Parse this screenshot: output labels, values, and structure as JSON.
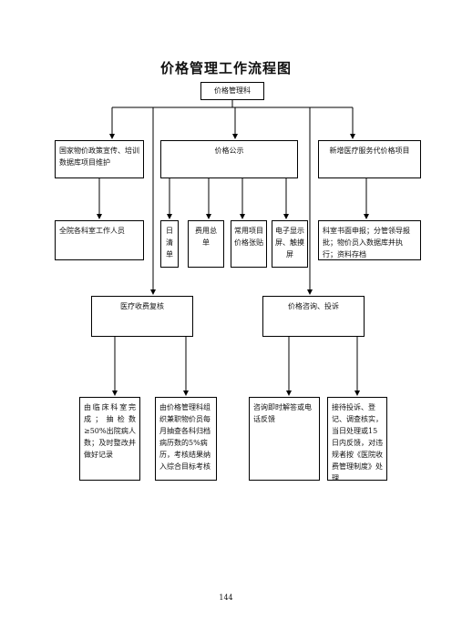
{
  "title": "价格管理工作流程图",
  "page_number": "144",
  "nodes": {
    "root": "价格管理科",
    "l1_left": "国家物价政策宣传、培训数据库项目维护",
    "l1_mid": "价格公示",
    "l1_right": "新增医疗服务代价格项目",
    "l2_left": "全院各科室工作人员",
    "l2_list": "日清单",
    "l2_fee": "费用总单",
    "l2_common": "常用项目价格张贴",
    "l2_screen": "电子显示屏、触摸屏",
    "l2_right": "科室书面申报；分管领导报批；物价员入数据库并执行；资料存档",
    "l3_left": "医疗收费复核",
    "l3_right": "价格咨询、投诉",
    "l4_a": "由临床科室完成；抽检数≥50%出院病人数；及时整改并做好记录",
    "l4_b": "由价格管理科组织兼职物价员每月抽查各科归档病历数的5%病历，考核结果纳入综合目标考核",
    "l4_c": "咨询即时解答或电话反馈",
    "l4_d": "接待投诉、登记、调查核实，当日处理或15日内反馈，对违规者按《医院收费管理制度》处理"
  }
}
